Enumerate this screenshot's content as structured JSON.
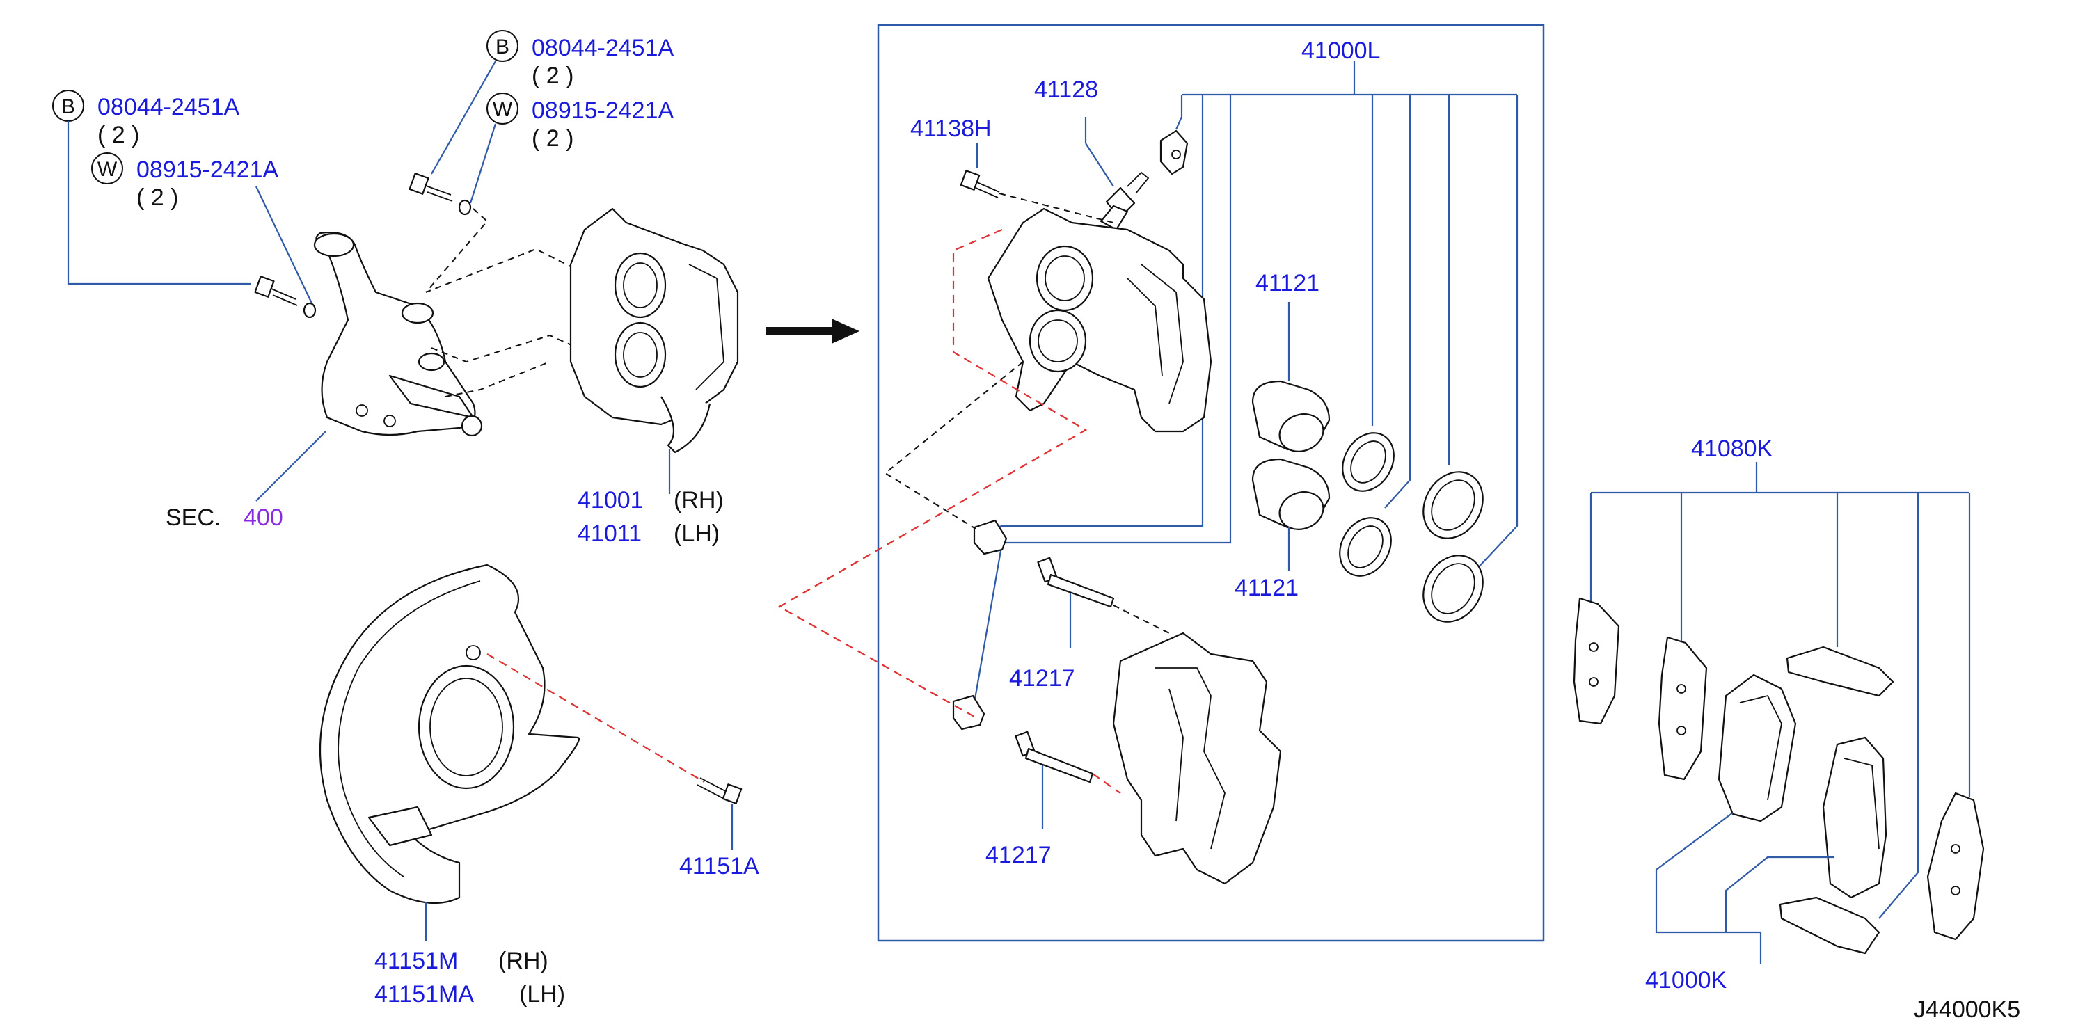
{
  "callouts": {
    "left_bolt": {
      "b_symbol": "B",
      "b_part": "08044-2451A",
      "b_qty": "( 2 )",
      "w_symbol": "W",
      "w_part": "08915-2421A",
      "w_qty": "( 2 )"
    },
    "upper_bolt": {
      "b_symbol": "B",
      "b_part": "08044-2451A",
      "b_qty": "( 2 )",
      "w_symbol": "W",
      "w_part": "08915-2421A",
      "w_qty": "( 2 )"
    }
  },
  "labels": {
    "sec_prefix": "SEC.",
    "sec_number": "400",
    "caliper_rh": "41001",
    "caliper_rh_side": "(RH)",
    "caliper_lh": "41011",
    "caliper_lh_side": "(LH)",
    "shield_rh": "41151M",
    "shield_rh_side": "(RH)",
    "shield_lh": "41151MA",
    "shield_lh_side": "(LH)",
    "shield_bolt": "41151A",
    "bleeder_cap": "41138H",
    "bleeder": "41128",
    "seal_kit": "41000L",
    "piston_top": "41121",
    "piston_bottom": "41121",
    "pin_top": "41217",
    "pin_bottom": "41217",
    "pad_kit": "41080K",
    "pad_set": "41000K",
    "diagram_id": "J44000K5"
  },
  "colors": {
    "part_number": "#1a1adc",
    "section_ref": "#8a2be2",
    "leader": "#2f5aa8",
    "hidden_line": "#e03030"
  }
}
